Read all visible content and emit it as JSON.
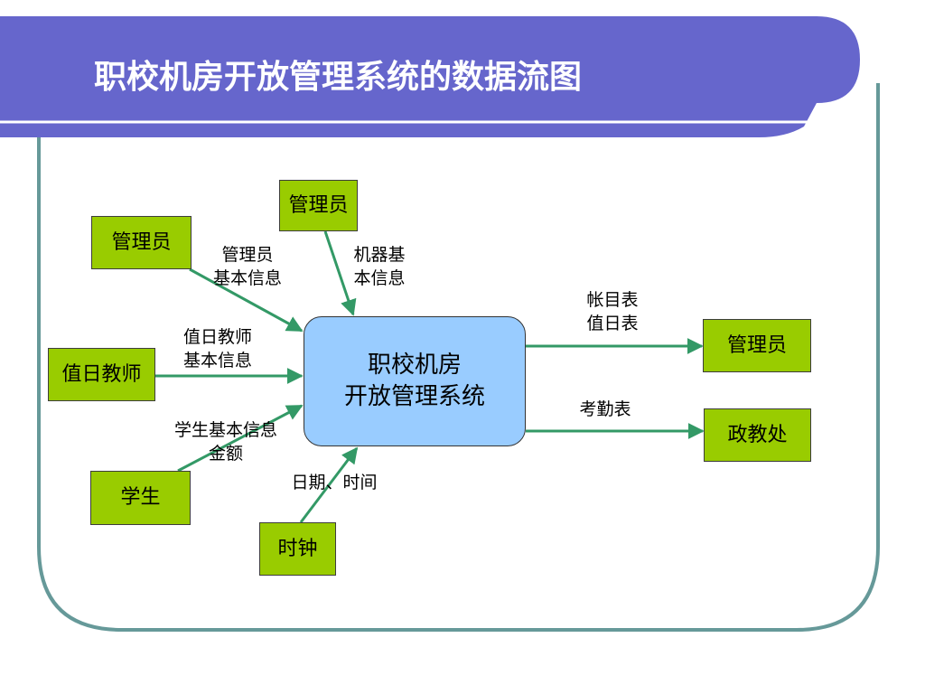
{
  "slide": {
    "title": "职校机房开放管理系统的数据流图",
    "colors": {
      "banner": "#6666cc",
      "frame": "#669999",
      "flow": "#339966",
      "entity": "#99cc00",
      "process": "#99ccff"
    }
  },
  "diagram": {
    "process": {
      "line1": "职校机房",
      "line2": "开放管理系统"
    },
    "entities": {
      "admin_left": "管理员",
      "admin_top": "管理员",
      "duty_teacher": "值日教师",
      "student": "学生",
      "clock": "时钟",
      "admin_right": "管理员",
      "politics_office": "政教处"
    },
    "flows": {
      "admin_info": [
        "管理员",
        "基本信息"
      ],
      "machine_info": [
        "机器基",
        "本信息"
      ],
      "teacher_info": [
        "值日教师",
        "基本信息"
      ],
      "student_info": [
        "学生基本信息",
        "金额"
      ],
      "date_time": "日期、时间",
      "reports": [
        "帐目表",
        "值日表"
      ],
      "attendance": "考勤表"
    }
  }
}
